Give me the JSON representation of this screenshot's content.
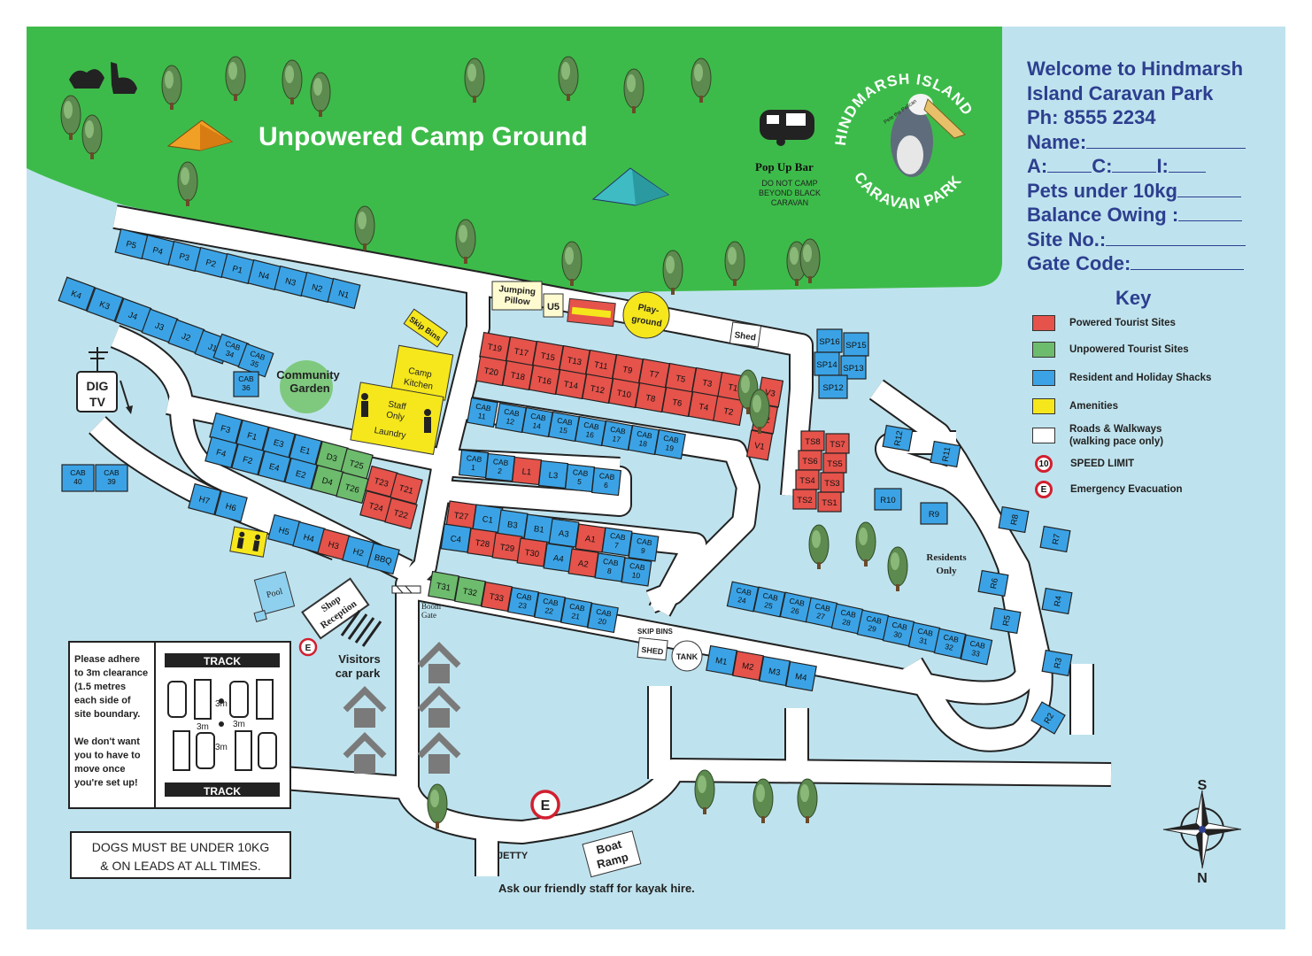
{
  "park": {
    "welcome_line1": "Welcome to Hindmarsh",
    "welcome_line2": "Island Caravan Park",
    "phone": "Ph: 8555 2234",
    "name_label": "Name:",
    "a_label": "A:",
    "c_label": "C:",
    "i_label": "I:",
    "pets_label": "Pets under 10kg",
    "balance_label": "Balance Owing :",
    "site_label": "Site No.:",
    "gate_label": "Gate Code:",
    "logo_top": "HINDMARSH ISLAND",
    "logo_bottom": "CARAVAN PARK",
    "logo_small": "Pete the Pelican"
  },
  "key": {
    "title": "Key",
    "items": [
      {
        "label": "Powered Tourist Sites",
        "color": "#e5534b"
      },
      {
        "label": "Unpowered Tourist Sites",
        "color": "#6dbb6d"
      },
      {
        "label": "Resident and Holiday Shacks",
        "color": "#3ba3e5"
      },
      {
        "label": "Amenities",
        "color": "#f5e71c"
      },
      {
        "label": "Roads & Walkways",
        "label2": "(walking pace only)",
        "color": "#ffffff"
      },
      {
        "label": "SPEED LIMIT",
        "symbol": "10"
      },
      {
        "label": "Emergency Evacuation",
        "symbol": "E"
      }
    ]
  },
  "labels": {
    "camp_ground": "Unpowered Camp Ground",
    "pop_up_bar": "Pop Up Bar",
    "pop_up_note": [
      "DO NOT CAMP",
      "BEYOND BLACK",
      "CARAVAN"
    ],
    "community": "Community",
    "garden": "Garden",
    "dig": "DIG",
    "tv": "TV",
    "jumping1": "Jumping",
    "jumping2": "Pillow",
    "u5": "U5",
    "play1": "Play-",
    "play2": "ground",
    "skip_bins": "Skip Bins",
    "camp1": "Camp",
    "camp2": "Kitchen",
    "staff1": "Staff",
    "staff2": "Only",
    "laundry": "Laundry",
    "shed": "Shed",
    "residents1": "Residents",
    "residents2": "Only",
    "pool": "Pool",
    "shop1": "Shop",
    "shop2": "Reception",
    "visitors1": "Visitors",
    "visitors2": "car park",
    "boom1": "Boom",
    "boom2": "Gate",
    "skip_bins2": "SKIP BINS",
    "shed2": "SHED",
    "tank": "TANK",
    "jetty": "JETTY",
    "boat1": "Boat",
    "boat2": "Ramp",
    "kayak": "Ask our friendly staff for kayak hire.",
    "dogs1": "DOGS MUST BE UNDER 10KG",
    "dogs2": "& ON LEADS AT ALL TIMES.",
    "clear_text": [
      "Please adhere",
      "to 3m clearance",
      "(1.5  metres",
      "each side of",
      "site boundary.",
      "",
      "We don't want",
      "you to have to",
      "move once",
      "you're set up!"
    ],
    "track": "TRACK",
    "three_m": "3m",
    "compass_s": "S",
    "compass_n": "N",
    "evac": "E"
  },
  "sites": [
    {
      "id": "P5",
      "t": "b"
    },
    {
      "id": "P4",
      "t": "b"
    },
    {
      "id": "P3",
      "t": "b"
    },
    {
      "id": "P2",
      "t": "b"
    },
    {
      "id": "P1",
      "t": "b"
    },
    {
      "id": "N4",
      "t": "b"
    },
    {
      "id": "N3",
      "t": "b"
    },
    {
      "id": "N2",
      "t": "b"
    },
    {
      "id": "N1",
      "t": "b"
    },
    {
      "id": "K4",
      "t": "b"
    },
    {
      "id": "K3",
      "t": "b"
    },
    {
      "id": "J4",
      "t": "b"
    },
    {
      "id": "J3",
      "t": "b"
    },
    {
      "id": "J2",
      "t": "b"
    },
    {
      "id": "J1",
      "t": "b"
    },
    {
      "id": "CAB 34",
      "t": "b"
    },
    {
      "id": "CAB 35",
      "t": "b"
    },
    {
      "id": "CAB 36",
      "t": "b"
    },
    {
      "id": "T19",
      "t": "r"
    },
    {
      "id": "T17",
      "t": "r"
    },
    {
      "id": "T15",
      "t": "r"
    },
    {
      "id": "T13",
      "t": "r"
    },
    {
      "id": "T11",
      "t": "r"
    },
    {
      "id": "T9",
      "t": "r"
    },
    {
      "id": "T7",
      "t": "r"
    },
    {
      "id": "T5",
      "t": "r"
    },
    {
      "id": "T3",
      "t": "r"
    },
    {
      "id": "T1",
      "t": "r"
    },
    {
      "id": "T20",
      "t": "r"
    },
    {
      "id": "T18",
      "t": "r"
    },
    {
      "id": "T16",
      "t": "r"
    },
    {
      "id": "T14",
      "t": "r"
    },
    {
      "id": "T12",
      "t": "r"
    },
    {
      "id": "T10",
      "t": "r"
    },
    {
      "id": "T8",
      "t": "r"
    },
    {
      "id": "T6",
      "t": "r"
    },
    {
      "id": "T4",
      "t": "r"
    },
    {
      "id": "T2",
      "t": "r"
    },
    {
      "id": "V3",
      "t": "r"
    },
    {
      "id": "V2",
      "t": "r"
    },
    {
      "id": "V1",
      "t": "r"
    },
    {
      "id": "CAB 11",
      "t": "b"
    },
    {
      "id": "CAB 12",
      "t": "b"
    },
    {
      "id": "CAB 14",
      "t": "b"
    },
    {
      "id": "CAB 15",
      "t": "b"
    },
    {
      "id": "CAB 16",
      "t": "b"
    },
    {
      "id": "CAB 17",
      "t": "b"
    },
    {
      "id": "CAB 18",
      "t": "b"
    },
    {
      "id": "CAB 19",
      "t": "b"
    },
    {
      "id": "CAB 1",
      "t": "b"
    },
    {
      "id": "CAB 2",
      "t": "b"
    },
    {
      "id": "L1",
      "t": "r"
    },
    {
      "id": "L3",
      "t": "b"
    },
    {
      "id": "CAB 5",
      "t": "b"
    },
    {
      "id": "CAB 6",
      "t": "b"
    },
    {
      "id": "F3",
      "t": "b"
    },
    {
      "id": "F1",
      "t": "b"
    },
    {
      "id": "E3",
      "t": "b"
    },
    {
      "id": "E1",
      "t": "b"
    },
    {
      "id": "D3",
      "t": "g"
    },
    {
      "id": "T25",
      "t": "g"
    },
    {
      "id": "F4",
      "t": "b"
    },
    {
      "id": "F2",
      "t": "b"
    },
    {
      "id": "E4",
      "t": "b"
    },
    {
      "id": "E2",
      "t": "b"
    },
    {
      "id": "D4",
      "t": "g"
    },
    {
      "id": "T26",
      "t": "g"
    },
    {
      "id": "T23",
      "t": "r"
    },
    {
      "id": "T21",
      "t": "r"
    },
    {
      "id": "T24",
      "t": "r"
    },
    {
      "id": "T22",
      "t": "r"
    },
    {
      "id": "CAB 40",
      "t": "b"
    },
    {
      "id": "CAB 39",
      "t": "b"
    },
    {
      "id": "H7",
      "t": "b"
    },
    {
      "id": "H6",
      "t": "b"
    },
    {
      "id": "H5",
      "t": "b"
    },
    {
      "id": "H4",
      "t": "b"
    },
    {
      "id": "H3",
      "t": "r"
    },
    {
      "id": "H2",
      "t": "b"
    },
    {
      "id": "BBQ",
      "t": "b"
    },
    {
      "id": "T27",
      "t": "r"
    },
    {
      "id": "C1",
      "t": "b"
    },
    {
      "id": "B3",
      "t": "b"
    },
    {
      "id": "B1",
      "t": "b"
    },
    {
      "id": "A3",
      "t": "b"
    },
    {
      "id": "A1",
      "t": "r"
    },
    {
      "id": "CAB 7",
      "t": "b"
    },
    {
      "id": "CAB 9",
      "t": "b"
    },
    {
      "id": "C4",
      "t": "b"
    },
    {
      "id": "T28",
      "t": "r"
    },
    {
      "id": "T29",
      "t": "r"
    },
    {
      "id": "T30",
      "t": "r"
    },
    {
      "id": "A4",
      "t": "b"
    },
    {
      "id": "A2",
      "t": "r"
    },
    {
      "id": "CAB 8",
      "t": "b"
    },
    {
      "id": "CAB 10",
      "t": "b"
    },
    {
      "id": "T31",
      "t": "g"
    },
    {
      "id": "T32",
      "t": "g"
    },
    {
      "id": "T33",
      "t": "r"
    },
    {
      "id": "CAB 23",
      "t": "b"
    },
    {
      "id": "CAB 22",
      "t": "b"
    },
    {
      "id": "CAB 21",
      "t": "b"
    },
    {
      "id": "CAB 20",
      "t": "b"
    },
    {
      "id": "M1",
      "t": "b"
    },
    {
      "id": "M2",
      "t": "r"
    },
    {
      "id": "M3",
      "t": "b"
    },
    {
      "id": "M4",
      "t": "b"
    },
    {
      "id": "CAB 24",
      "t": "b"
    },
    {
      "id": "CAB 25",
      "t": "b"
    },
    {
      "id": "CAB 26",
      "t": "b"
    },
    {
      "id": "CAB 27",
      "t": "b"
    },
    {
      "id": "CAB 28",
      "t": "b"
    },
    {
      "id": "CAB 29",
      "t": "b"
    },
    {
      "id": "CAB 30",
      "t": "b"
    },
    {
      "id": "CAB 31",
      "t": "b"
    },
    {
      "id": "CAB 32",
      "t": "b"
    },
    {
      "id": "CAB 33",
      "t": "b"
    },
    {
      "id": "SP16",
      "t": "b"
    },
    {
      "id": "SP15",
      "t": "b"
    },
    {
      "id": "SP14",
      "t": "b"
    },
    {
      "id": "SP13",
      "t": "b"
    },
    {
      "id": "SP12",
      "t": "b"
    },
    {
      "id": "TS8",
      "t": "r"
    },
    {
      "id": "TS7",
      "t": "r"
    },
    {
      "id": "TS6",
      "t": "r"
    },
    {
      "id": "TS5",
      "t": "r"
    },
    {
      "id": "TS4",
      "t": "r"
    },
    {
      "id": "TS3",
      "t": "r"
    },
    {
      "id": "TS2",
      "t": "r"
    },
    {
      "id": "TS1",
      "t": "r"
    },
    {
      "id": "R12",
      "t": "b"
    },
    {
      "id": "R11",
      "t": "b"
    },
    {
      "id": "R10",
      "t": "b"
    },
    {
      "id": "R9",
      "t": "b"
    },
    {
      "id": "R8",
      "t": "b"
    },
    {
      "id": "R7",
      "t": "b"
    },
    {
      "id": "R6",
      "t": "b"
    },
    {
      "id": "R5",
      "t": "b"
    },
    {
      "id": "R4",
      "t": "b"
    },
    {
      "id": "R3",
      "t": "b"
    },
    {
      "id": "R2",
      "t": "b"
    }
  ],
  "colors": {
    "water": "#bfe3ee",
    "grass": "#3dbb4a",
    "road": "#ffffff",
    "red": "#e5534b",
    "green": "#6dbb6d",
    "blue": "#3ba3e5",
    "yellow": "#f5e71c",
    "ink": "#2d3f8f"
  }
}
